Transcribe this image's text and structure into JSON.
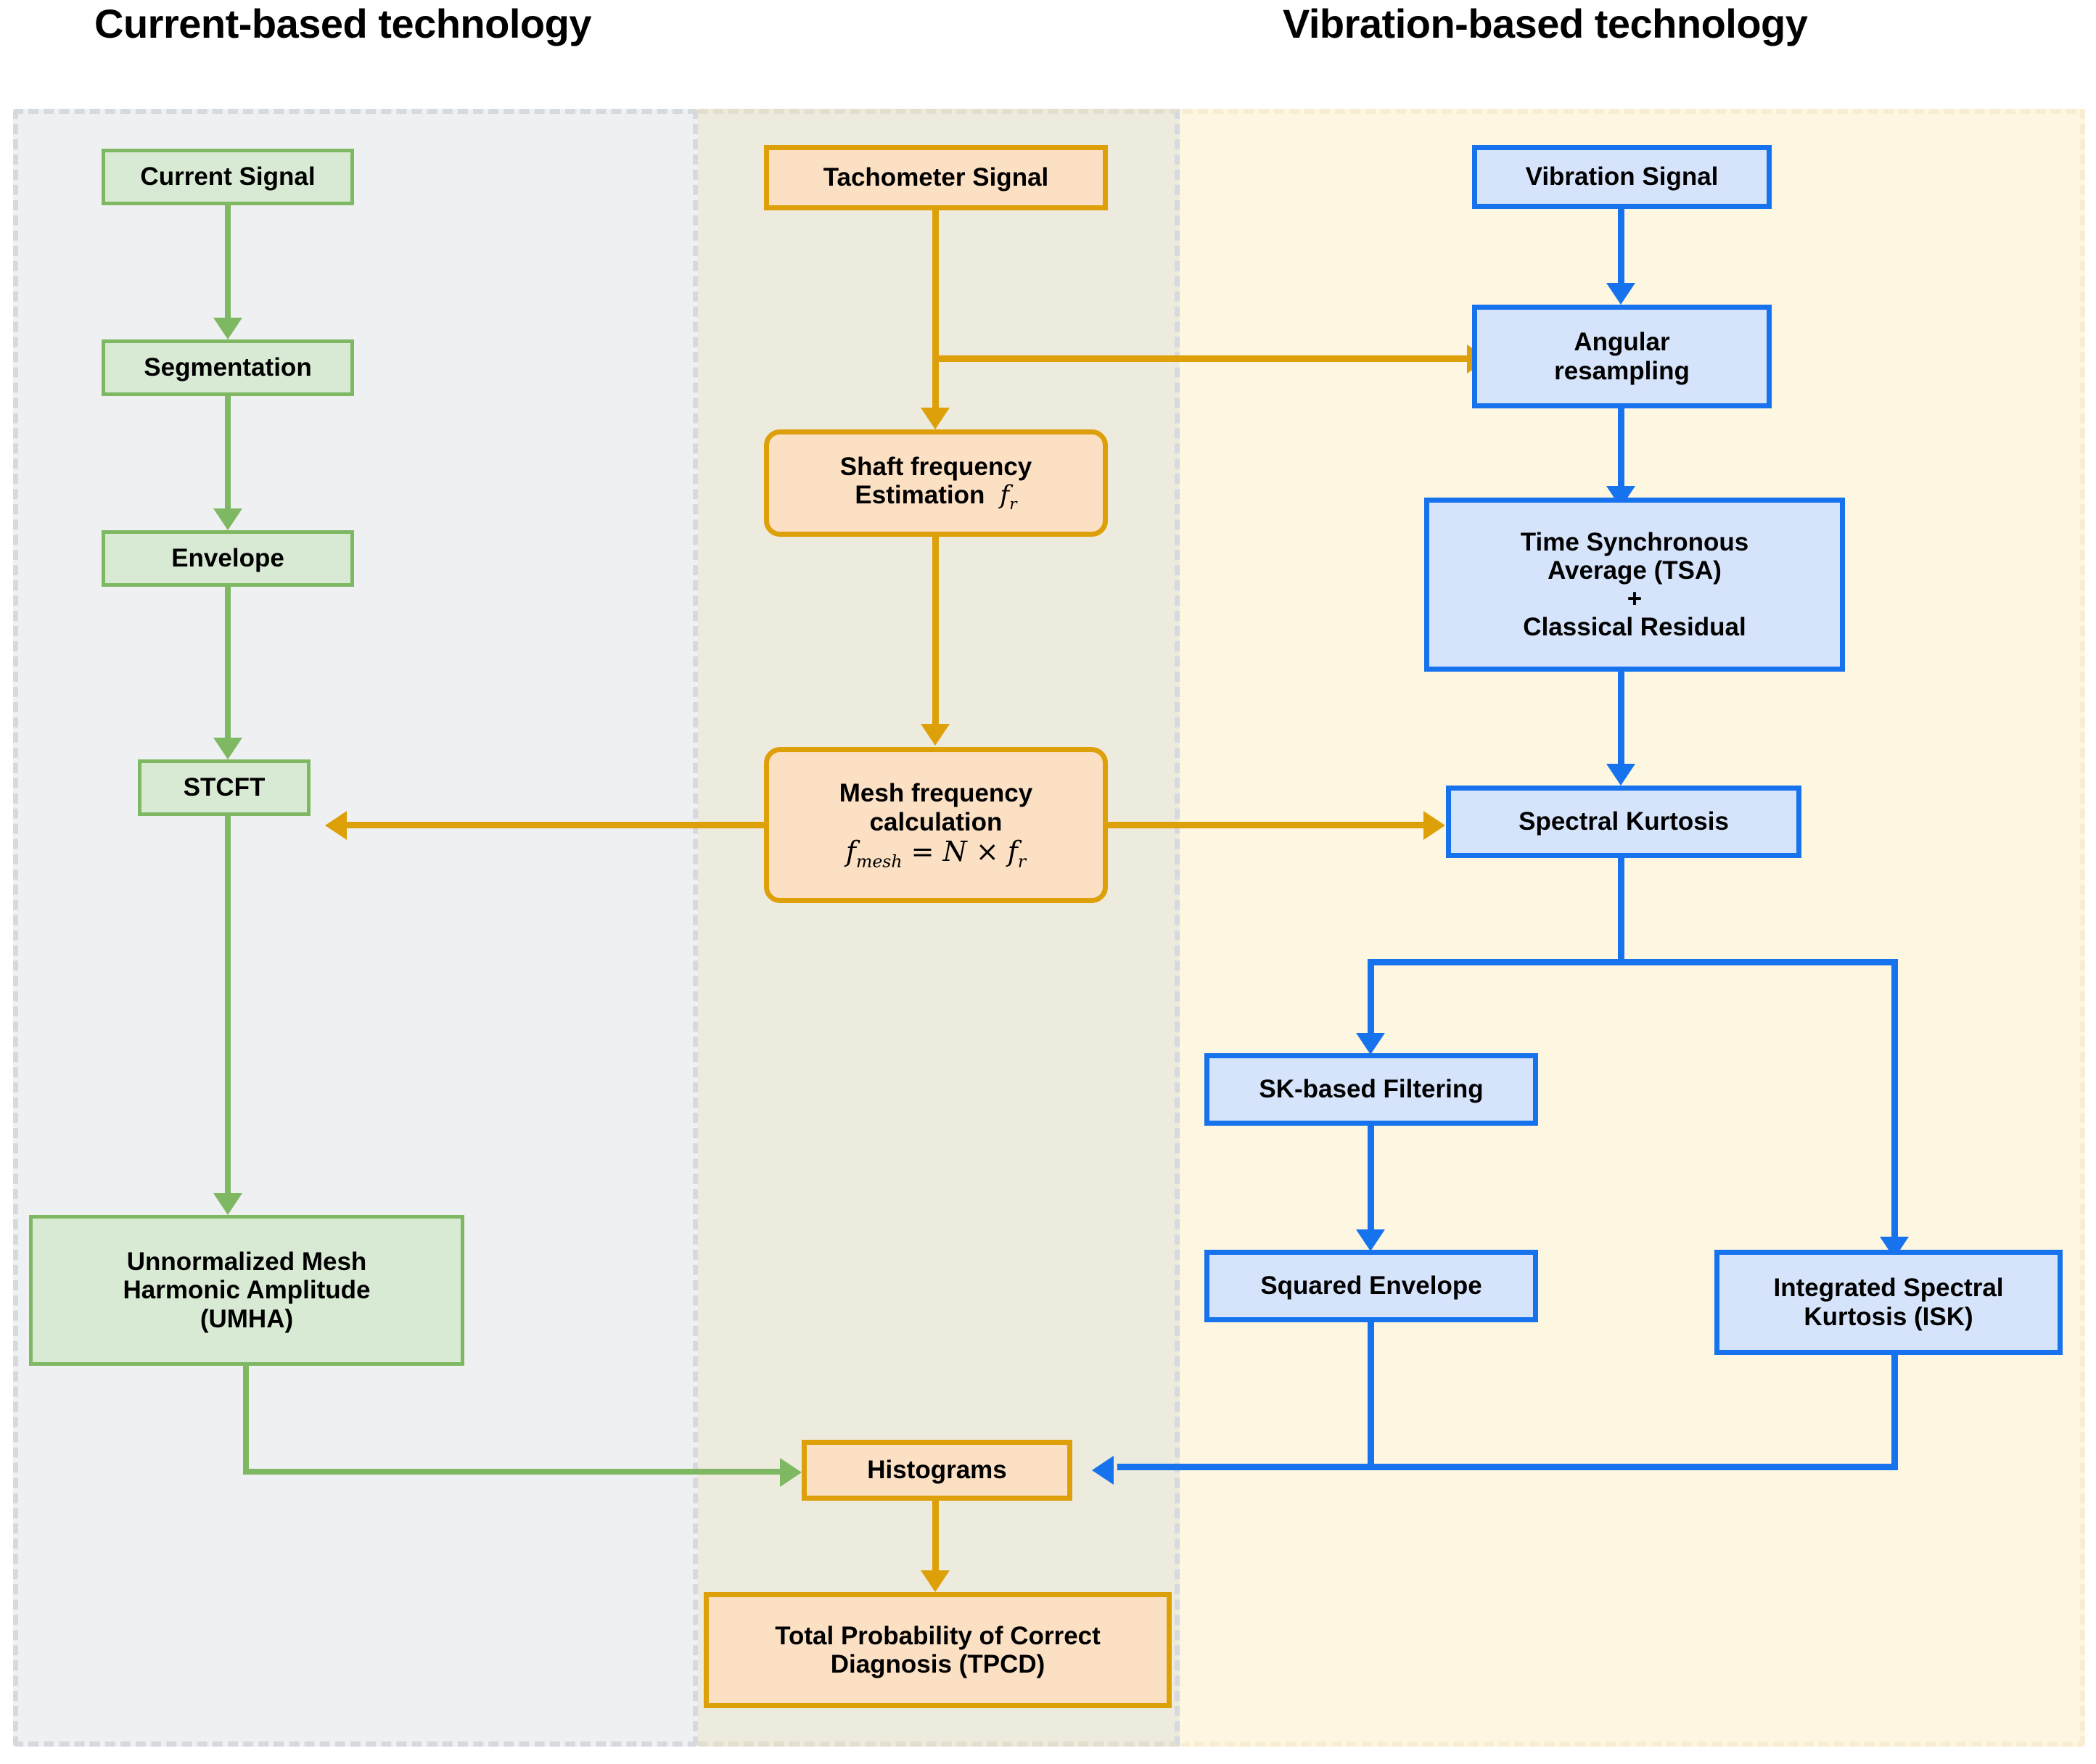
{
  "headings": {
    "current": "Current-based technology",
    "vibration": "Vibration-based technology"
  },
  "colors": {
    "green_border": "#7fb862",
    "green_fill": "#d8ead3",
    "orange_border": "#dda009",
    "orange_fill": "#fce0c4",
    "blue_border": "#1672ed",
    "blue_fill": "#d6e4fb",
    "panel_current_bg": "#eef0f1",
    "panel_tacho_bg": "#edeade",
    "panel_vibration_bg": "#fdf6e1"
  },
  "nodes": {
    "current_signal": "Current Signal",
    "segmentation": "Segmentation",
    "envelope": "Envelope",
    "stcft": "STCFT",
    "umha_l1": "Unnormalized Mesh",
    "umha_l2": "Harmonic Amplitude",
    "umha_l3": "(UMHA)",
    "tachometer_signal": "Tachometer Signal",
    "shaft_l1": "Shaft frequency",
    "shaft_l2": "Estimation",
    "shaft_sym": "f",
    "shaft_sub": "r",
    "mesh_l1": "Mesh frequency",
    "mesh_l2": "calculation",
    "mesh_eq_f": "f",
    "mesh_eq_sub": "mesh",
    "mesh_eq_rest": " = N × f",
    "mesh_eq_sub2": "r",
    "histograms": "Histograms",
    "tpcd_l1": "Total Probability of Correct",
    "tpcd_l2": "Diagnosis (TPCD)",
    "vibration_signal": "Vibration Signal",
    "angular_l1": "Angular",
    "angular_l2": "resampling",
    "tsa_l1": "Time Synchronous",
    "tsa_l2": "Average (TSA)",
    "tsa_l3": "+",
    "tsa_l4": "Classical Residual",
    "spectral_kurtosis": "Spectral Kurtosis",
    "sk_filtering": "SK-based Filtering",
    "squared_envelope": "Squared Envelope",
    "isk_l1": "Integrated Spectral",
    "isk_l2": "Kurtosis (ISK)"
  }
}
